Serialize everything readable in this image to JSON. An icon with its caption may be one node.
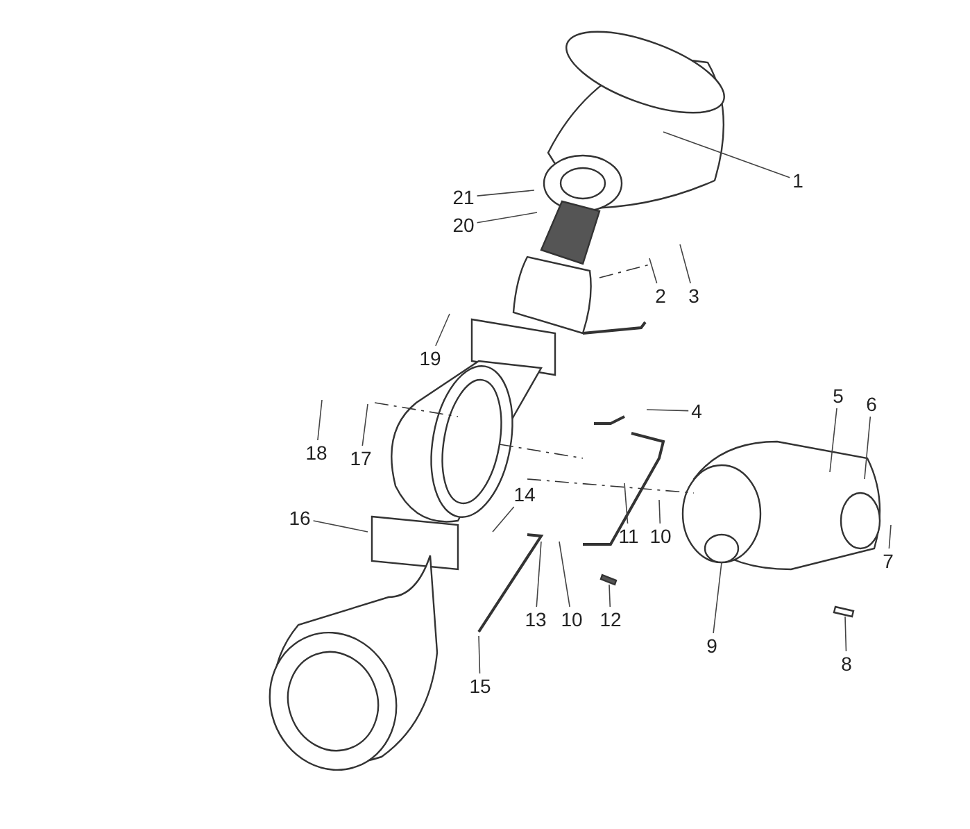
{
  "diagram": {
    "nodes": [
      {
        "text": [
          "1"
        ]
      },
      {
        "text": [
          "21"
        ]
      },
      {
        "text": [
          "20"
        ]
      },
      {
        "text": [
          "2"
        ]
      },
      {
        "text": [
          "3"
        ]
      },
      {
        "text": [
          "19"
        ]
      },
      {
        "text": [
          "4"
        ]
      },
      {
        "text": [
          "5"
        ]
      },
      {
        "text": [
          "6"
        ]
      },
      {
        "text": [
          "18"
        ]
      },
      {
        "text": [
          "17"
        ]
      },
      {
        "text": [
          "14"
        ]
      },
      {
        "text": [
          "16"
        ]
      },
      {
        "text": [
          "11"
        ]
      },
      {
        "text": [
          "10"
        ]
      },
      {
        "text": [
          "13"
        ]
      },
      {
        "text": [
          "10"
        ]
      },
      {
        "text": [
          "12"
        ]
      },
      {
        "text": [
          "9"
        ]
      },
      {
        "text": [
          "7"
        ]
      },
      {
        "text": [
          "8"
        ]
      },
      {
        "text": [
          "15"
        ]
      }
    ],
    "edges": [
      {
        "from": 0,
        "to": null,
        "arrow": "none"
      },
      {
        "from": 1,
        "to": null,
        "arrow": "none"
      },
      {
        "from": 2,
        "to": null,
        "arrow": "none"
      },
      {
        "from": 3,
        "to": null,
        "arrow": "none"
      },
      {
        "from": 4,
        "to": null,
        "arrow": "none"
      },
      {
        "from": 5,
        "to": null,
        "arrow": "none"
      },
      {
        "from": 6,
        "to": null,
        "arrow": "none"
      },
      {
        "from": 7,
        "to": null,
        "arrow": "none"
      },
      {
        "from": 8,
        "to": null,
        "arrow": "none"
      },
      {
        "from": 9,
        "to": null,
        "arrow": "none"
      },
      {
        "from": 10,
        "to": null,
        "arrow": "none"
      },
      {
        "from": 11,
        "to": null,
        "arrow": "none"
      },
      {
        "from": 12,
        "to": null,
        "arrow": "none"
      },
      {
        "from": 13,
        "to": null,
        "arrow": "none"
      },
      {
        "from": 14,
        "to": null,
        "arrow": "none"
      },
      {
        "from": 15,
        "to": null,
        "arrow": "none"
      },
      {
        "from": 16,
        "to": null,
        "arrow": "none"
      },
      {
        "from": 17,
        "to": null,
        "arrow": "none"
      },
      {
        "from": 18,
        "to": null,
        "arrow": "none"
      },
      {
        "from": 19,
        "to": null,
        "arrow": "none"
      },
      {
        "from": 20,
        "to": null,
        "arrow": "none"
      },
      {
        "from": 21,
        "to": null,
        "arrow": "none"
      }
    ]
  }
}
